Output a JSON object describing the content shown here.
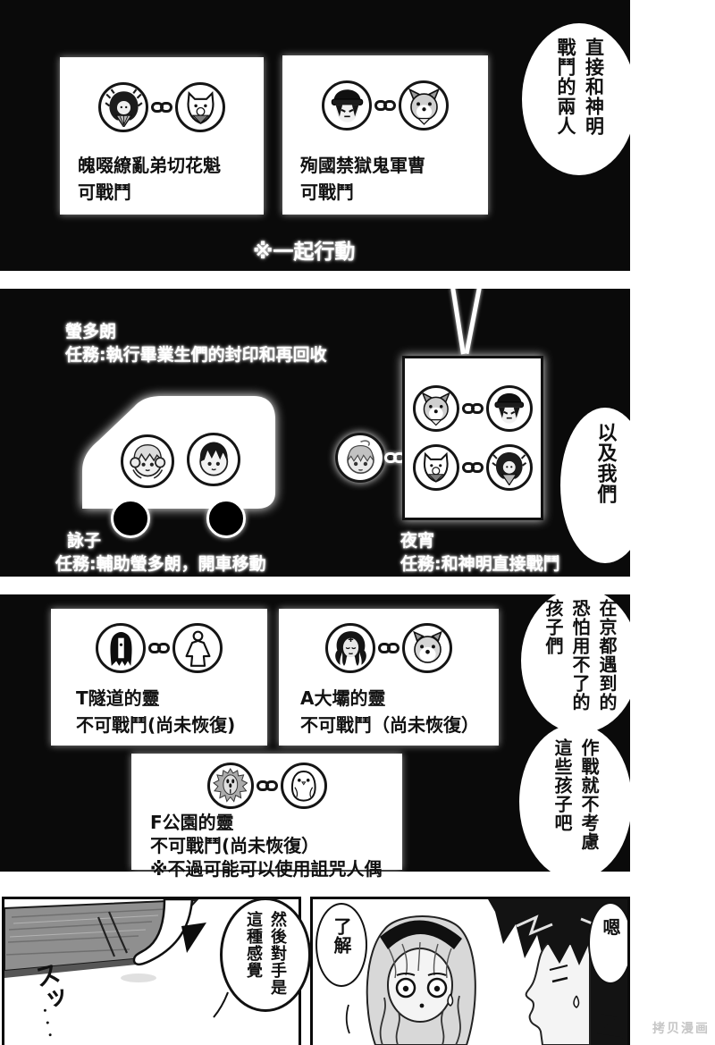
{
  "colors": {
    "panel_bg": "#0a0a0a",
    "card_bg": "#ffffff",
    "wood": "#8f8f8f",
    "watermark_gray": "#c6c6c6"
  },
  "panel_top": {
    "card1": {
      "name": "魄啜繚亂弟切花魁",
      "status": "可戰鬥"
    },
    "card2": {
      "name": "殉國禁獄鬼軍曹",
      "status": "可戰鬥"
    },
    "note": "※一起行動",
    "bubble": {
      "line1": "直接和神明",
      "line2": "戰鬥的兩人"
    }
  },
  "panel_mid": {
    "keitaro": {
      "name": "螢多朗",
      "task": "任務:執行畢業生們的封印和再回收"
    },
    "eiko": {
      "name": "詠子",
      "task": "任務:輔助螢多朗，開車移動"
    },
    "yayo": {
      "name": "夜宵",
      "task": "任務:和神明直接戰鬥"
    },
    "bubble": {
      "line1": "以及我們"
    }
  },
  "panel_spirits": {
    "card1": {
      "name": "T隧道的靈",
      "status": "不可戰鬥(尚未恢復)"
    },
    "card2": {
      "name": "A大壩的靈",
      "status": "不可戰鬥（尚未恢復）"
    },
    "card3": {
      "name": "F公園的靈",
      "status": "不可戰鬥(尚未恢復）",
      "note": "※不過可能可以使用詛咒人偶"
    },
    "bubble1": {
      "line1": "在京都遇到的",
      "line2": "恐怕用不了的",
      "line3": "孩子們"
    },
    "bubble2": {
      "line1": "作戰就不考慮",
      "line2": "這些孩子吧"
    }
  },
  "panel_bottom_left": {
    "bubble": {
      "line1": "然後對手是",
      "line2": "這種感覺"
    },
    "sfx": "スッ",
    "sfx_dots": "・・・"
  },
  "panel_bottom_right": {
    "bubble_left": "了解",
    "bubble_right": "嗯"
  },
  "watermark": "拷贝漫画"
}
